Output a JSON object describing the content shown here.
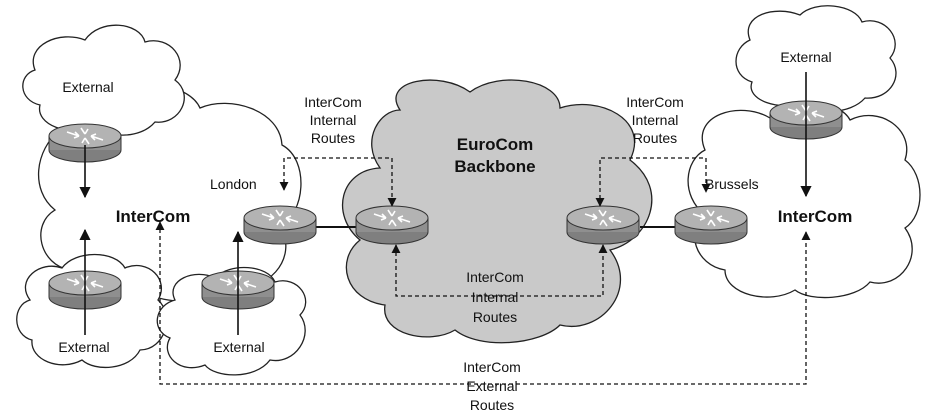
{
  "clouds": {
    "intercom_left": "InterCom",
    "intercom_right": "InterCom",
    "backbone_line1": "EuroCom",
    "backbone_line2": "Backbone",
    "external_top_left": "External",
    "external_bottom_left": "External",
    "external_bottom_middle": "External",
    "external_top_right": "External"
  },
  "routers": {
    "london": "London",
    "brussels": "Brussels"
  },
  "annotations": {
    "left_internal": [
      "InterCom",
      "Internal",
      "Routes"
    ],
    "right_internal": [
      "InterCom",
      "Internal",
      "Routes"
    ],
    "backbone_internal": [
      "InterCom",
      "Internal",
      "Routes"
    ],
    "external_routes": [
      "InterCom",
      "External",
      "Routes"
    ]
  },
  "colors": {
    "backbone_fill": "#c9c9c9",
    "cloud_fill": "#ffffff",
    "outline": "#222222",
    "router_body": "#a9a9a9"
  }
}
